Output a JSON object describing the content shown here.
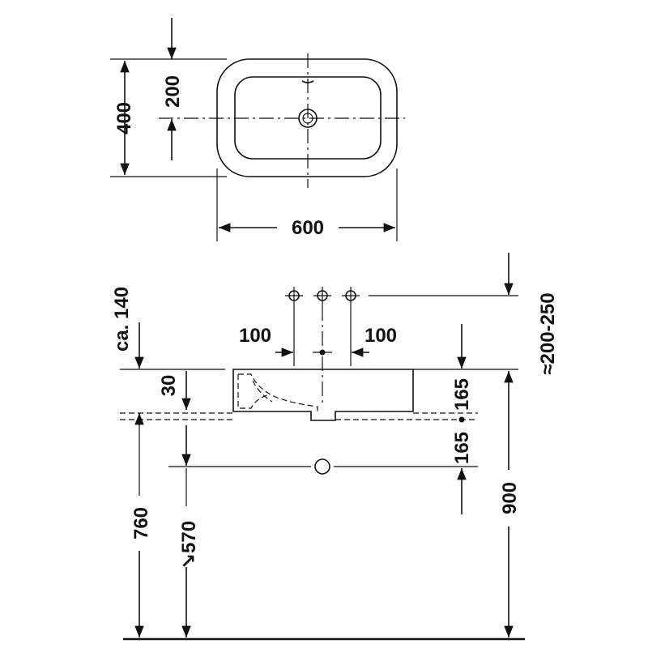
{
  "plan_view": {
    "dim_depth": "400",
    "dim_center": "200",
    "dim_width": "600"
  },
  "elevation_view": {
    "dim_tap_height": "ca. 140",
    "dim_tap_spacing_left": "100",
    "dim_tap_spacing_right": "100",
    "dim_wall_tap": "≈200-250",
    "dim_bowl_top": "30",
    "dim_top_to_drain": "165",
    "dim_drain_to_waste": "165",
    "dim_counter_height": "760",
    "dim_waste_height": "↘570",
    "dim_total_height": "900"
  }
}
